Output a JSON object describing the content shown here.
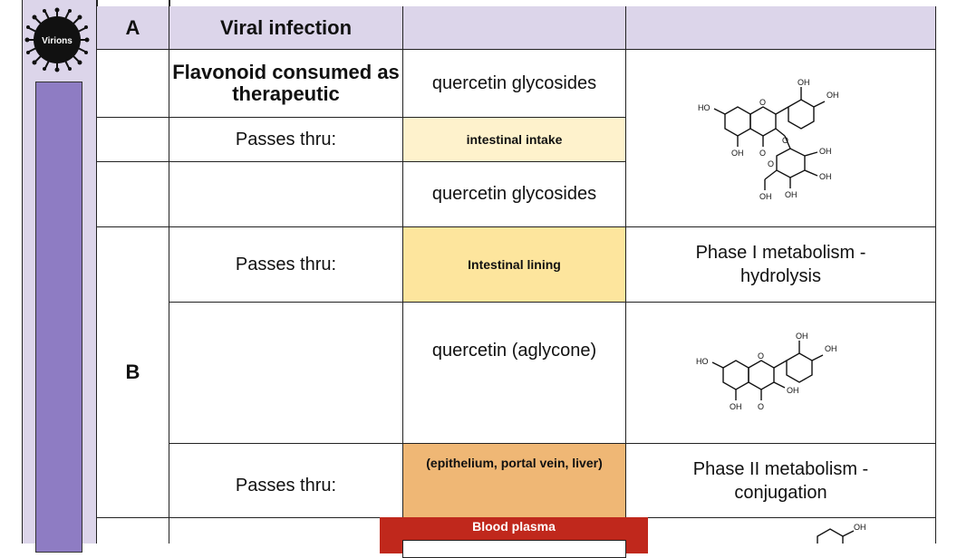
{
  "sidebar": {
    "icon": "virion-icon",
    "label": "Virions"
  },
  "header": {
    "section": "A",
    "title": "Viral infection"
  },
  "rows": [
    {
      "label": "Flavonoid consumed as therapeutic",
      "compound": "quercetin glycosides"
    },
    {
      "label": "Passes thru:",
      "barrier": "intestinal intake"
    },
    {
      "compound": "quercetin glycosides"
    },
    {
      "label": "Passes thru:",
      "barrier": "Intestinal lining",
      "metabolism": "Phase I metabolism - hydrolysis"
    },
    {
      "compound": "quercetin (aglycone)"
    },
    {
      "label": "Passes thru:",
      "barrier": "(epithelium, portal vein, liver)",
      "metabolism": "Phase II metabolism - conjugation"
    }
  ],
  "section_b": "B",
  "plasma": {
    "label": "Blood plasma"
  },
  "structure_labels": {
    "glycoside": {
      "oh1": "OH",
      "oh2": "OH",
      "ho": "HO",
      "o_ring": "O",
      "o_link": "O",
      "oh_low": "OH",
      "o_keto": "O",
      "o_sugar": "O",
      "oh_s1": "OH",
      "oh_s2": "OH",
      "oh_s3": "OH",
      "oh_s4": "OH"
    },
    "aglycone": {
      "oh1": "OH",
      "oh2": "OH",
      "ho": "HO",
      "o_ring": "O",
      "oh3": "OH",
      "oh_low": "OH",
      "o_keto": "O"
    },
    "partial": {
      "oh1": "OH"
    }
  },
  "colors": {
    "header": "#dcd5ea",
    "sidebar_bar": "#8e7cc3",
    "cream": "#fef2cc",
    "light_yellow": "#fde59d",
    "orange": "#efb775",
    "plasma": "#c0281c"
  }
}
